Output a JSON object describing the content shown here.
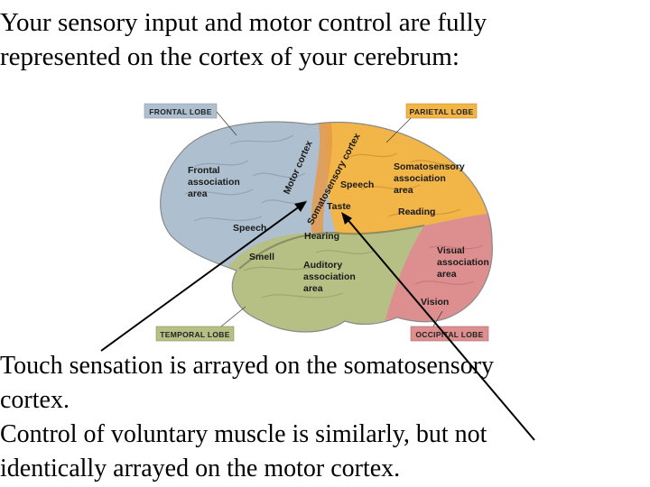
{
  "title": {
    "line1": "Your sensory input and motor control are fully",
    "line2": "represented on the cortex of your cerebrum:"
  },
  "diagram": {
    "lobes": {
      "frontal": "FRONTAL LOBE",
      "parietal": "PARIETAL LOBE",
      "temporal": "TEMPORAL LOBE",
      "occipital": "OCCIPITAL LOBE"
    },
    "areas": {
      "motor_cortex": "Motor cortex",
      "somatosensory_cortex": "Somatosensory cortex",
      "frontal_association_1": "Frontal",
      "frontal_association_2": "association",
      "frontal_association_3": "area",
      "somato_association_1": "Somatosensory",
      "somato_association_2": "association",
      "somato_association_3": "area",
      "speech_parietal": "Speech",
      "taste": "Taste",
      "reading": "Reading",
      "speech_frontal": "Speech",
      "hearing": "Hearing",
      "smell": "Smell",
      "auditory_1": "Auditory",
      "auditory_2": "association",
      "auditory_3": "area",
      "visual_1": "Visual",
      "visual_2": "association",
      "visual_3": "area",
      "vision": "Vision"
    },
    "colors": {
      "frontal": "#aebfcf",
      "parietal": "#f1b548",
      "temporal": "#b6bf84",
      "occipital": "#dc8f8e",
      "motor": "#f0a84a"
    }
  },
  "caption": {
    "line1": "Touch sensation is arrayed on the somatosensory",
    "line2": "cortex.",
    "line3": "Control of voluntary muscle is similarly, but not",
    "line4": "identically arrayed on the motor cortex."
  }
}
